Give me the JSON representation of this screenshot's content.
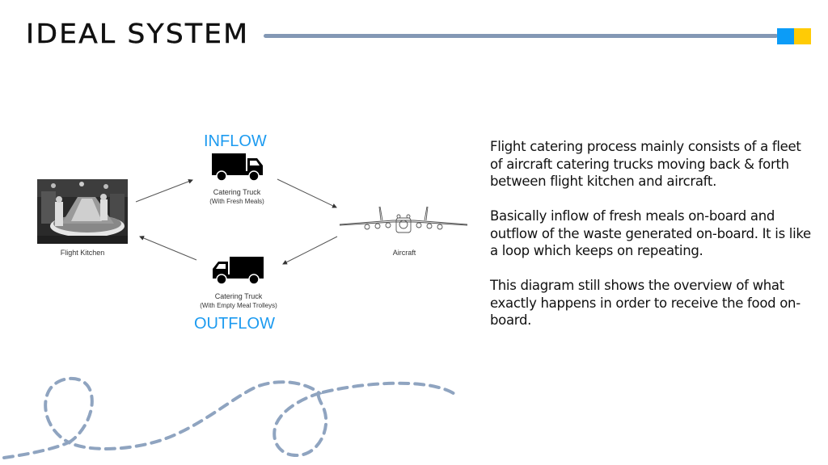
{
  "slide": {
    "title": "IDEAL SYSTEM",
    "accent_colors": {
      "rule": "#8398b5",
      "square_blue": "#0c9cf7",
      "square_yellow": "#ffcb05",
      "flow_label": "#1d9bf0",
      "squiggle": "#8fa4c0"
    }
  },
  "diagram": {
    "inflow_label": "INFLOW",
    "outflow_label": "OUTFLOW",
    "nodes": {
      "kitchen": {
        "label": "Flight Kitchen",
        "image": "flight-kitchen-photo"
      },
      "truck_in": {
        "line1": "Catering Truck",
        "line2": "(With Fresh Meals)",
        "icon": "truck-icon"
      },
      "truck_out": {
        "line1": "Catering Truck",
        "line2": "(With Empty Meal Trolleys)",
        "icon": "truck-icon"
      },
      "aircraft": {
        "label": "Aircraft",
        "icon": "airplane-icon"
      }
    },
    "edges": [
      {
        "from": "Flight Kitchen",
        "to": "Catering Truck (With Fresh Meals)"
      },
      {
        "from": "Catering Truck (With Fresh Meals)",
        "to": "Aircraft"
      },
      {
        "from": "Aircraft",
        "to": "Catering Truck (With Empty Meal Trolleys)"
      },
      {
        "from": "Catering Truck (With Empty Meal Trolleys)",
        "to": "Flight Kitchen"
      }
    ]
  },
  "description": {
    "paragraphs": [
      "Flight catering process mainly consists of a fleet of aircraft catering trucks moving back & forth between flight kitchen and aircraft.",
      "Basically inflow of fresh meals on-board and outflow of the waste generated on-board. It is like a loop which keeps on repeating.",
      "This diagram still shows the overview of what exactly happens in order to receive the food on-board."
    ]
  }
}
